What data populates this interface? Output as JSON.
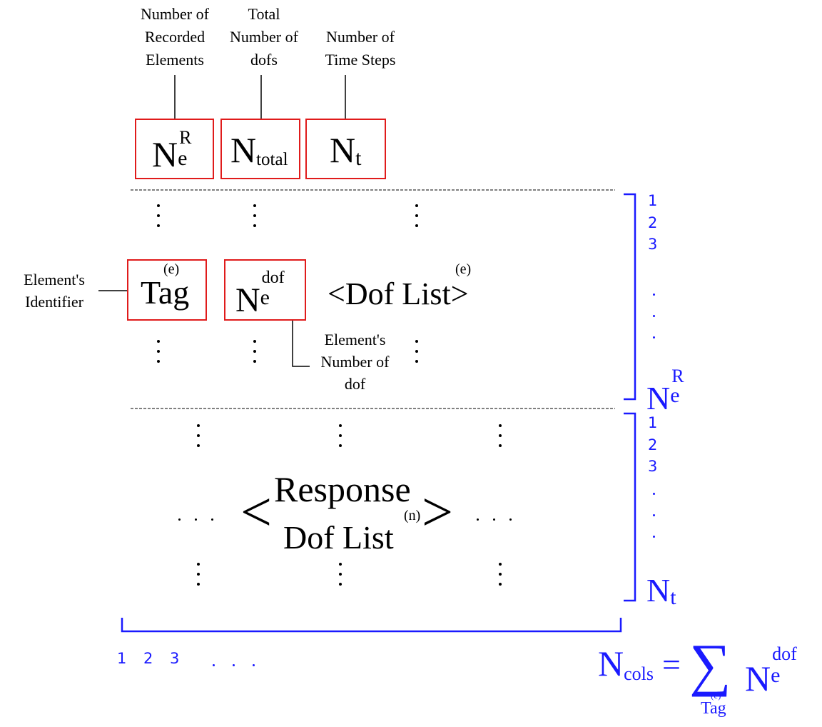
{
  "header_labels": {
    "recorded_elements": [
      "Number of",
      "Recorded",
      "Elements"
    ],
    "total_dofs": [
      "Total",
      "Number of",
      "dofs"
    ],
    "time_steps": [
      "Number of",
      "Time Steps"
    ]
  },
  "header_cells": {
    "ne_r": {
      "base": "N",
      "sub": "e",
      "sup": "R"
    },
    "n_total": {
      "base": "N",
      "sub": "total"
    },
    "n_t": {
      "base": "N",
      "sub": "t"
    }
  },
  "element_row": {
    "identifier_caption": [
      "Element's",
      "Identifier"
    ],
    "tag": {
      "base": "Tag",
      "sup": "(e)"
    },
    "ne_dof": {
      "base": "N",
      "sub": "e",
      "sup": "dof"
    },
    "dof_list": {
      "text": "<Dof List>",
      "sup": "(e)"
    },
    "dof_caption": [
      "Element's",
      "Number of",
      "dof"
    ]
  },
  "response_block": {
    "line1": "Response",
    "line2": "Dof List",
    "sup": "(n)",
    "left_bracket": "<",
    "right_bracket": ">"
  },
  "right_bracket_top": {
    "indices": [
      "1",
      "2",
      "3"
    ],
    "end": {
      "base": "N",
      "sub": "e",
      "sup": "R"
    }
  },
  "right_bracket_bottom": {
    "indices": [
      "1",
      "2",
      "3"
    ],
    "end": {
      "base": "N",
      "sub": "t"
    }
  },
  "bottom_bracket": {
    "indices": [
      "1",
      "2",
      "3"
    ]
  },
  "formula": {
    "lhs": {
      "base": "N",
      "sub": "cols"
    },
    "equals": "=",
    "sum": "∑",
    "sum_under": {
      "base": "Tag",
      "sup": "(e)"
    },
    "rhs": {
      "base": "N",
      "sub": "e",
      "sup": "dof"
    }
  },
  "colors": {
    "box": "#e01b1b",
    "annotation": "#1a1aff",
    "text": "#000000"
  }
}
